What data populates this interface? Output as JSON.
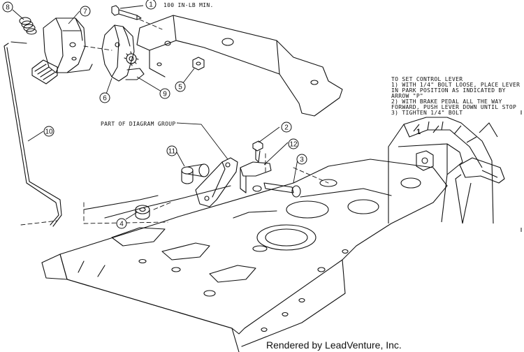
{
  "torque_note": "100 IN-LB MIN.",
  "group_note": "PART OF DIAGRAM GROUP",
  "instructions": {
    "title": "TO SET CONTROL LEVER",
    "lines": [
      "1) WITH 1/4\" BOLT LOOSE, PLACE LEVER",
      "   IN PARK POSITION AS INDICATED BY",
      "   ARROW \"P\"",
      "2) WITH BRAKE PEDAL ALL THE WAY",
      "   FORWARD, PUSH LEVER DOWN UNTIL STOP",
      "3) TIGHTEN 1/4\" BOLT"
    ]
  },
  "callouts": [
    "1",
    "2",
    "3",
    "4",
    "5",
    "6",
    "7",
    "8",
    "9",
    "10",
    "11",
    "12"
  ],
  "inset_mark": "1",
  "footer": "Rendered by LeadVenture, Inc."
}
